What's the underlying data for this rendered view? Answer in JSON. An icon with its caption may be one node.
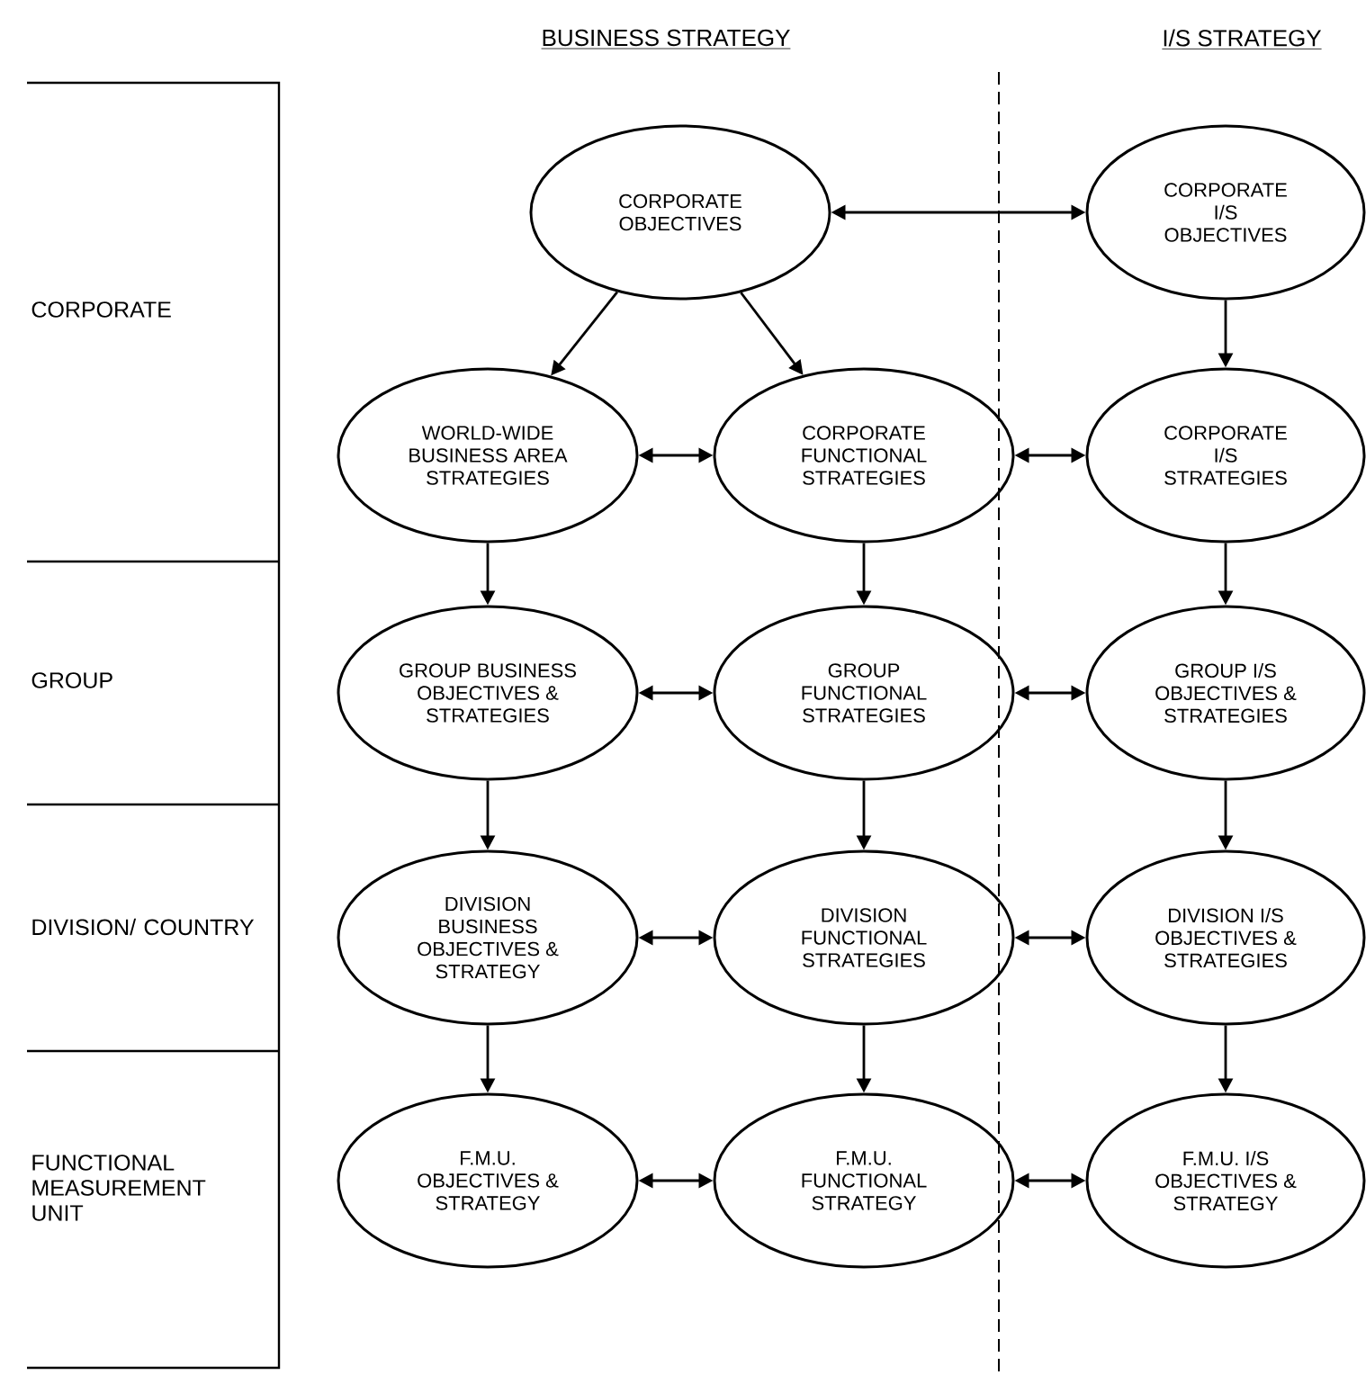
{
  "diagram": {
    "nodes": [
      {
        "text": [
          "CORPORATE OBJECTIVES"
        ]
      },
      {
        "text": [
          "CORPORATE I/S OBJECTIVES"
        ]
      },
      {
        "text": [
          "WORLD-WIDE BUSINESS AREA STRATEGIES"
        ]
      },
      {
        "text": [
          "CORPORATE FUNCTIONAL STRATEGIES"
        ]
      },
      {
        "text": [
          "CORPORATE I/S STRATEGIES"
        ]
      },
      {
        "text": [
          "GROUP BUSINESS OBJECTIVES & STRATEGIES"
        ]
      },
      {
        "text": [
          "GROUP FUNCTIONAL STRATEGIES"
        ]
      },
      {
        "text": [
          "GROUP I/S OBJECTIVES & STRATEGIES"
        ]
      },
      {
        "text": [
          "DIVISION BUSINESS OBJECTIVES & STRATEGY"
        ]
      },
      {
        "text": [
          "DIVISION FUNCTIONAL STRATEGIES"
        ]
      },
      {
        "text": [
          "DIVISION I/S OBJECTIVES & STRATEGIES"
        ]
      },
      {
        "text": [
          "F.M.U. OBJECTIVES & STRATEGY"
        ]
      },
      {
        "text": [
          "F.M.U. FUNCTIONAL STRATEGY"
        ]
      },
      {
        "text": [
          "F.M.U. I/S OBJECTIVES & STRATEGY"
        ]
      }
    ],
    "edges": [
      {
        "from": 0,
        "to": 1,
        "arrow": "both"
      },
      {
        "from": 0,
        "to": 2,
        "arrow": "to"
      },
      {
        "from": 0,
        "to": 3,
        "arrow": "to"
      },
      {
        "from": 1,
        "to": 4,
        "arrow": "to"
      },
      {
        "from": 2,
        "to": 3,
        "arrow": "both"
      },
      {
        "from": 3,
        "to": 4,
        "arrow": "both"
      },
      {
        "from": 2,
        "to": 5,
        "arrow": "to"
      },
      {
        "from": 3,
        "to": 6,
        "arrow": "to"
      },
      {
        "from": 4,
        "to": 7,
        "arrow": "to"
      },
      {
        "from": 5,
        "to": 6,
        "arrow": "both"
      },
      {
        "from": 6,
        "to": 7,
        "arrow": "both"
      },
      {
        "from": 5,
        "to": 8,
        "arrow": "to"
      },
      {
        "from": 6,
        "to": 9,
        "arrow": "to"
      },
      {
        "from": 7,
        "to": 10,
        "arrow": "to"
      },
      {
        "from": 8,
        "to": 9,
        "arrow": "both"
      },
      {
        "from": 9,
        "to": 10,
        "arrow": "both"
      },
      {
        "from": 8,
        "to": 11,
        "arrow": "to"
      },
      {
        "from": 9,
        "to": 12,
        "arrow": "to"
      },
      {
        "from": 10,
        "to": 13,
        "arrow": "to"
      },
      {
        "from": 11,
        "to": 12,
        "arrow": "both"
      },
      {
        "from": 12,
        "to": 13,
        "arrow": "both"
      }
    ],
    "labels": [
      "BUSINESS STRATEGY",
      "I/S STRATEGY",
      "CORPORATE",
      "GROUP",
      "DIVISION/ COUNTRY",
      "FUNCTIONAL MEASUREMENT UNIT"
    ]
  }
}
